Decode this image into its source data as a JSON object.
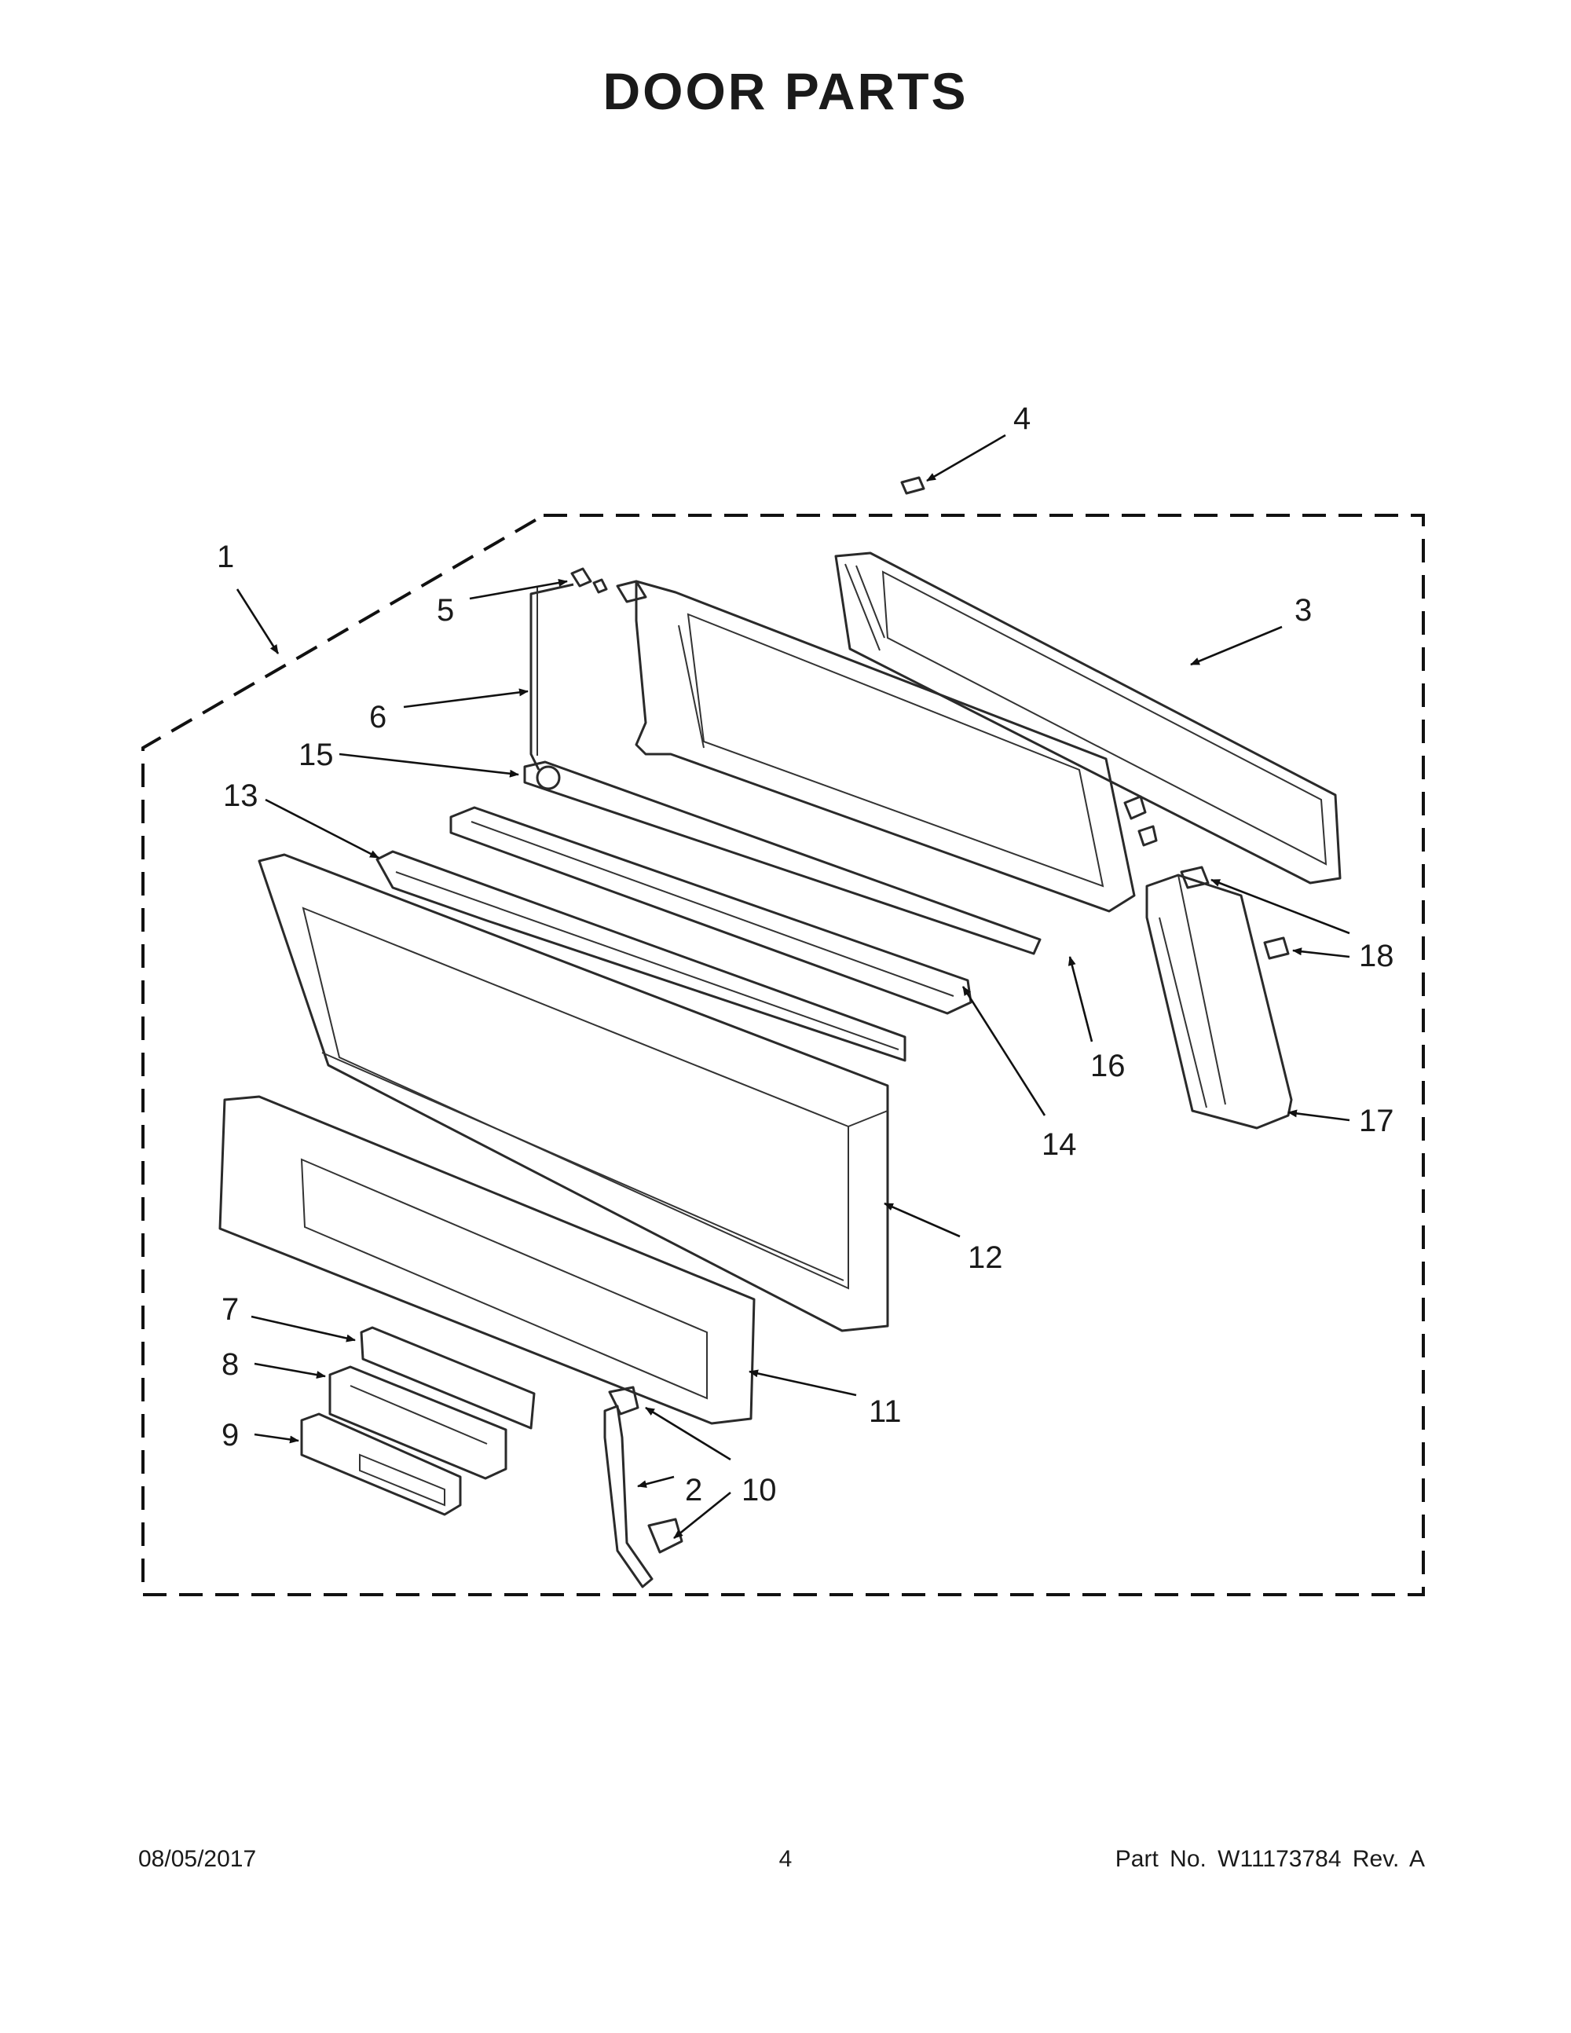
{
  "title": "DOOR PARTS",
  "callouts": {
    "c1": "1",
    "c2": "2",
    "c3": "3",
    "c4": "4",
    "c5": "5",
    "c6": "6",
    "c7": "7",
    "c8": "8",
    "c9": "9",
    "c10": "10",
    "c11": "11",
    "c12": "12",
    "c13": "13",
    "c14": "14",
    "c15": "15",
    "c16": "16",
    "c17": "17",
    "c18": "18"
  },
  "footer": {
    "date": "08/05/2017",
    "page": "4",
    "part": "Part No.  W11173784  Rev.  A"
  }
}
